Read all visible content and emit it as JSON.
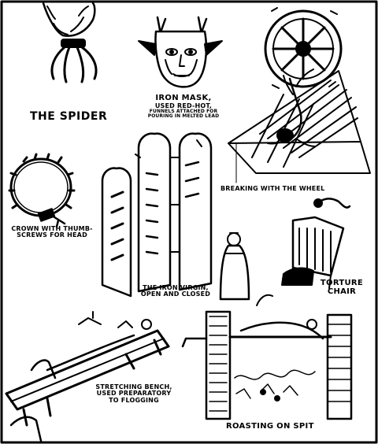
{
  "captions": {
    "spider": "THE SPIDER",
    "iron_mask_title": "IRON MASK,",
    "iron_mask_line2": "USED RED-HOT,",
    "iron_mask_line3": "FUNNELS ATTACHED FOR",
    "iron_mask_line4": "POURING IN MELTED LEAD",
    "wheel": "BREAKING WITH THE WHEEL",
    "crown_line1": "CROWN WITH THUMB-",
    "crown_line2": "SCREWS FOR HEAD",
    "iron_virgin_line1": "THE IRON VIRGIN,",
    "iron_virgin_line2": "OPEN AND CLOSED",
    "chair_line1": "TORTURE",
    "chair_line2": "CHAIR",
    "bench_line1": "STRETCHING BENCH,",
    "bench_line2": "USED PREPARATORY",
    "bench_line3": "TO FLOGGING",
    "spit": "ROASTING ON SPIT"
  }
}
